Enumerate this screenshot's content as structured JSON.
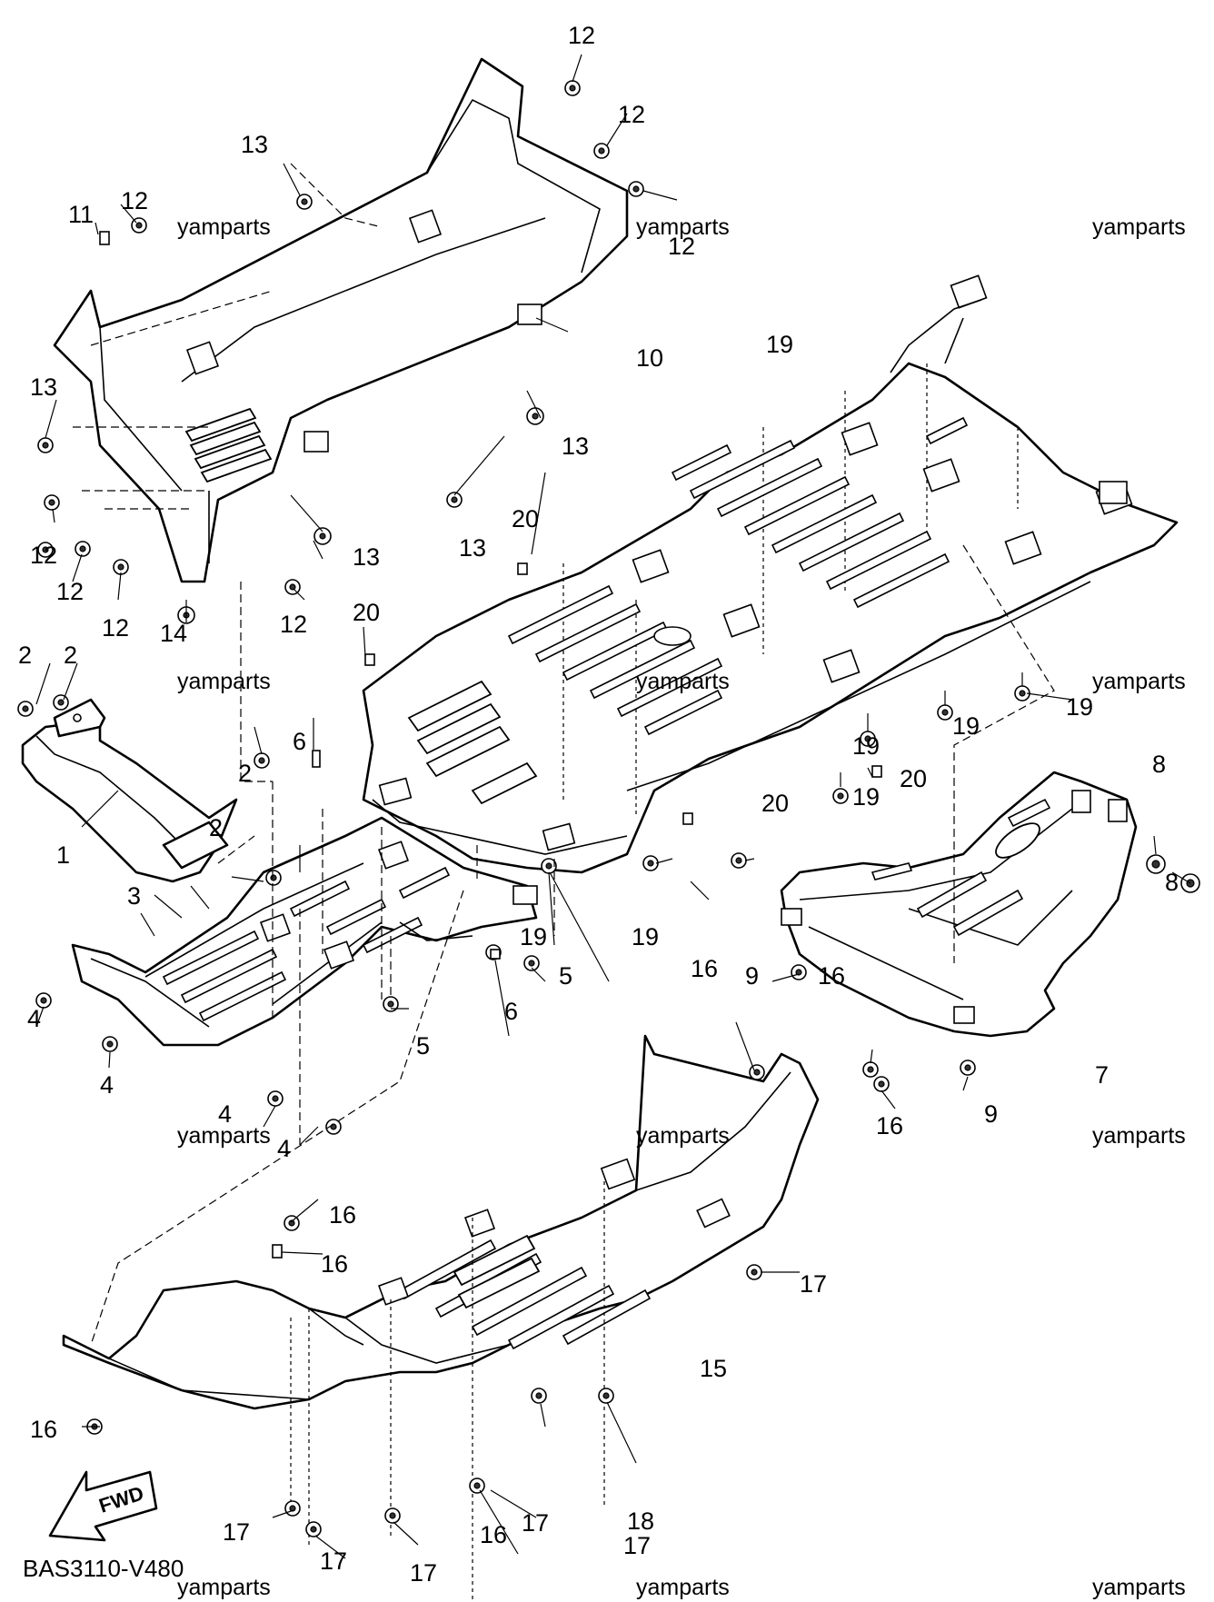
{
  "diagram_code": "BAS3110-V480",
  "watermark": "yamparts",
  "direction_label": "FWD",
  "callouts": [
    "1",
    "2",
    "2",
    "2",
    "2",
    "3",
    "4",
    "4",
    "4",
    "4",
    "5",
    "5",
    "6",
    "6",
    "7",
    "8",
    "8",
    "9",
    "9",
    "10",
    "11",
    "12",
    "12",
    "12",
    "12",
    "12",
    "12",
    "12",
    "12",
    "13",
    "13",
    "13",
    "13",
    "13",
    "14",
    "15",
    "16",
    "16",
    "16",
    "16",
    "16",
    "16",
    "16",
    "17",
    "17",
    "17",
    "17",
    "17",
    "17",
    "18",
    "19",
    "19",
    "19",
    "19",
    "19",
    "19",
    "19",
    "20",
    "20",
    "20",
    "20"
  ]
}
